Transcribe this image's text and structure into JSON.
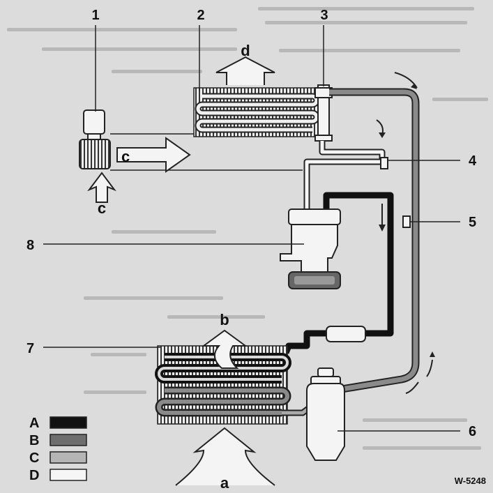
{
  "callouts": {
    "n1": "1",
    "n2": "2",
    "n3": "3",
    "n4": "4",
    "n5": "5",
    "n6": "6",
    "n7": "7",
    "n8": "8"
  },
  "flows": {
    "a": "a",
    "b": "b",
    "c": "c",
    "d": "d"
  },
  "legend": [
    {
      "key": "A",
      "color": "#111111"
    },
    {
      "key": "B",
      "color": "#6e6e6e"
    },
    {
      "key": "C",
      "color": "#b5b5b5"
    },
    {
      "key": "D",
      "color": "#f6f6f6"
    }
  ],
  "figure_code": "W-5248"
}
